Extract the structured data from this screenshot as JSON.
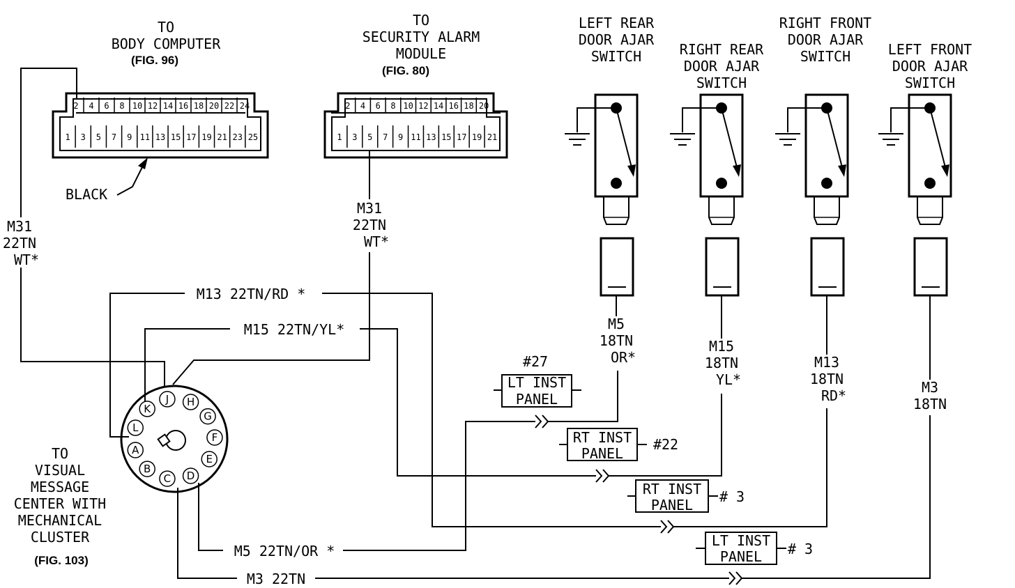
{
  "connectors": {
    "body_computer": {
      "title_lines": [
        "TO",
        "BODY COMPUTER"
      ],
      "fig": "(FIG. 96)",
      "pins_top": [
        "2",
        "4",
        "6",
        "8",
        "10",
        "12",
        "14",
        "16",
        "18",
        "20",
        "22",
        "24"
      ],
      "pins_bottom": [
        "1",
        "3",
        "5",
        "7",
        "9",
        "11",
        "13",
        "15",
        "17",
        "19",
        "21",
        "23",
        "25"
      ],
      "color_label": "BLACK"
    },
    "security_alarm": {
      "title_lines": [
        "TO",
        "SECURITY ALARM",
        "MODULE"
      ],
      "fig": "(FIG. 80)",
      "pins_top": [
        "2",
        "4",
        "6",
        "8",
        "10",
        "12",
        "14",
        "16",
        "18",
        "20"
      ],
      "pins_bottom": [
        "1",
        "3",
        "5",
        "7",
        "9",
        "11",
        "13",
        "15",
        "17",
        "19",
        "21"
      ]
    },
    "visual_message_center": {
      "title_lines": [
        "TO",
        "VISUAL",
        "MESSAGE",
        "CENTER WITH",
        "MECHANICAL",
        "CLUSTER"
      ],
      "fig": "(FIG. 103)",
      "pins": [
        "J",
        "H",
        "G",
        "F",
        "E",
        "D",
        "C",
        "B",
        "A",
        "L",
        "K"
      ]
    }
  },
  "switches": [
    {
      "title_lines": [
        "LEFT REAR",
        "DOOR AJAR",
        "SWITCH"
      ],
      "wire_lines": [
        "M5",
        "18TN",
        "OR*"
      ]
    },
    {
      "title_lines": [
        "RIGHT REAR",
        "DOOR AJAR",
        "SWITCH"
      ],
      "wire_lines": [
        "M15",
        "18TN",
        "YL*"
      ]
    },
    {
      "title_lines": [
        "RIGHT FRONT",
        "DOOR AJAR",
        "SWITCH"
      ],
      "wire_lines": [
        "M13",
        "18TN",
        "RD*"
      ]
    },
    {
      "title_lines": [
        "LEFT FRONT",
        "DOOR AJAR",
        "SWITCH"
      ],
      "wire_lines": [
        "M3",
        "18TN"
      ]
    }
  ],
  "wires": {
    "m31_left": [
      "M31",
      "22TN",
      "WT*"
    ],
    "m31_mid": [
      "M31",
      "22TN",
      "WT*"
    ],
    "m13": "M13 22TN/RD *",
    "m15": "M15 22TN/YL*",
    "m5": "M5 22TN/OR *",
    "m3": "M3 22TN"
  },
  "inline_connectors": [
    {
      "lines": [
        "LT INST",
        "PANEL"
      ],
      "ref": "#27"
    },
    {
      "lines": [
        "RT INST",
        "PANEL"
      ],
      "ref": "#22"
    },
    {
      "lines": [
        "RT INST",
        "PANEL"
      ],
      "ref": "# 3"
    },
    {
      "lines": [
        "LT INST",
        "PANEL"
      ],
      "ref": "# 3"
    }
  ]
}
